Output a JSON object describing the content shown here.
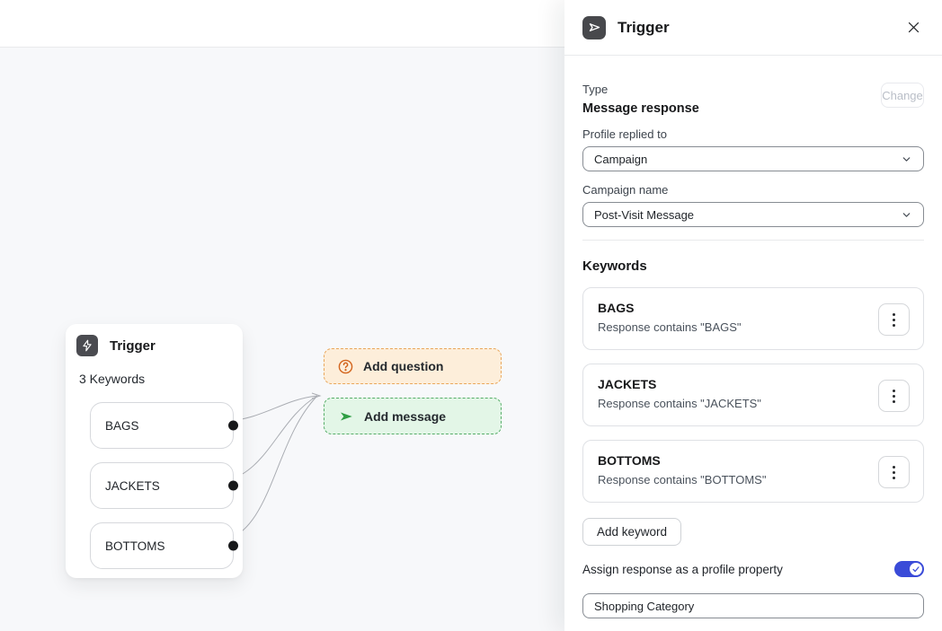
{
  "canvas": {
    "node": {
      "title": "Trigger",
      "subtitle": "3 Keywords",
      "keywords": [
        "BAGS",
        "JACKETS",
        "BOTTOMS"
      ]
    },
    "actions": {
      "add_question": "Add question",
      "add_message": "Add message"
    }
  },
  "panel": {
    "title": "Trigger",
    "close_icon": "x",
    "type_section": {
      "label": "Type",
      "value": "Message response",
      "change_label": "Change"
    },
    "profile_replied_to": {
      "label": "Profile replied to",
      "value": "Campaign"
    },
    "campaign_name": {
      "label": "Campaign name",
      "value": "Post-Visit Message"
    },
    "keywords_section": {
      "heading": "Keywords",
      "items": [
        {
          "title": "BAGS",
          "description": "Response contains \"BAGS\""
        },
        {
          "title": "JACKETS",
          "description": "Response contains \"JACKETS\""
        },
        {
          "title": "BOTTOMS",
          "description": "Response contains \"BOTTOMS\""
        }
      ],
      "add_button": "Add keyword"
    },
    "profile_property": {
      "label": "Assign response as a profile property",
      "enabled": true,
      "value": "Shopping Category"
    }
  },
  "colors": {
    "accent_toggle": "#3a4bd8",
    "question_bg": "#fdeeda",
    "question_border": "#e9a75b",
    "question_icon": "#d3641c",
    "message_bg": "#e3f6e7",
    "message_border": "#56ad68",
    "message_icon": "#2f9e44",
    "node_icon_bg": "#4a4b50",
    "canvas_bg": "#f7f8fa"
  }
}
